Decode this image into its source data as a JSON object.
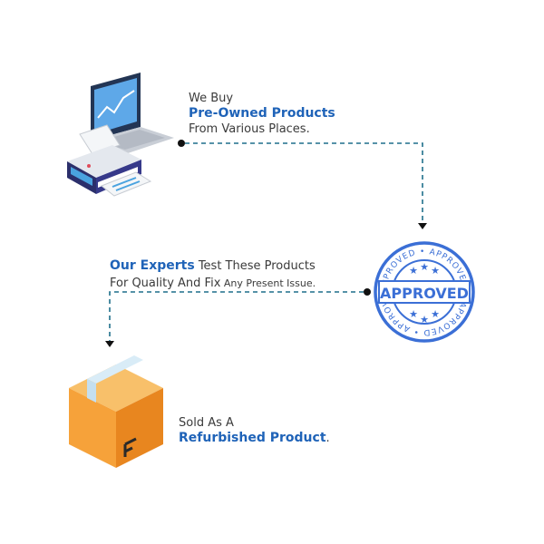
{
  "step1": {
    "line1": "We Buy",
    "highlight": "Pre-Owned Products",
    "line3": "From Various Places."
  },
  "step2": {
    "highlight": "Our Experts",
    "rest1": " Test These Products",
    "line2a": "For Quality And Fix",
    "line2b": " Any Present Issue."
  },
  "step3": {
    "line1": "Sold As A",
    "highlight": "Refurbished Product",
    "suffix": "."
  },
  "stamp": {
    "label": "APPROVED",
    "ring_text": "APPROVED • APPROVED • APPROVED • APPROVED •"
  },
  "colors": {
    "accent": "#1f63b8",
    "connector": "#1f6f8b",
    "stamp": "#3b6fd6",
    "box": "#f6a23a"
  }
}
